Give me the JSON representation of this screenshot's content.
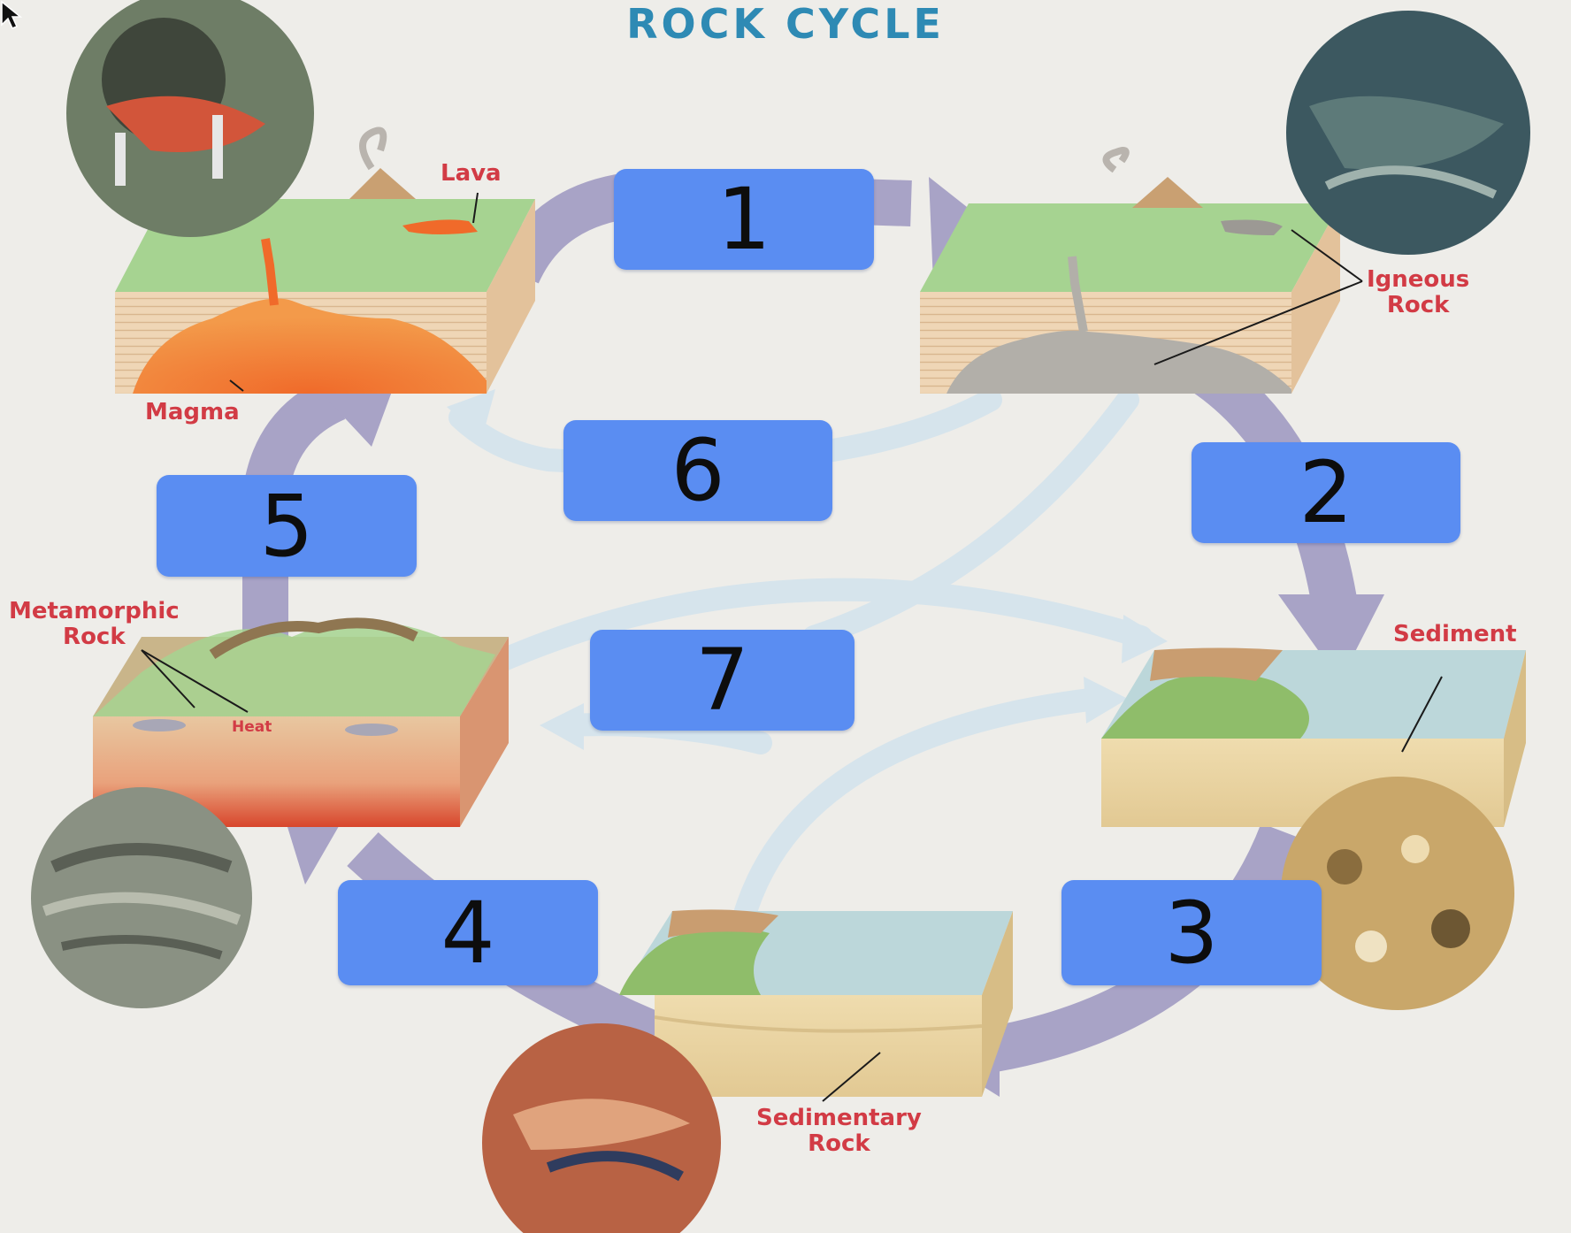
{
  "title": "ROCK CYCLE",
  "labels": {
    "lava": "Lava",
    "magma": "Magma",
    "igneous_rock": "Igneous\nRock",
    "sediment": "Sediment",
    "metamorphic_rock": "Metamorphic\nRock",
    "heat": "Heat",
    "sedimentary_rock": "Sedimentary\nRock"
  },
  "steps": [
    "1",
    "2",
    "3",
    "4",
    "5",
    "6",
    "7"
  ],
  "colors": {
    "title": "#2e8ab4",
    "label": "#d23b45",
    "step_box": "#5a8df2",
    "main_arrow": "#a8a3c6",
    "secondary_arrow": "#d6e4ec"
  }
}
